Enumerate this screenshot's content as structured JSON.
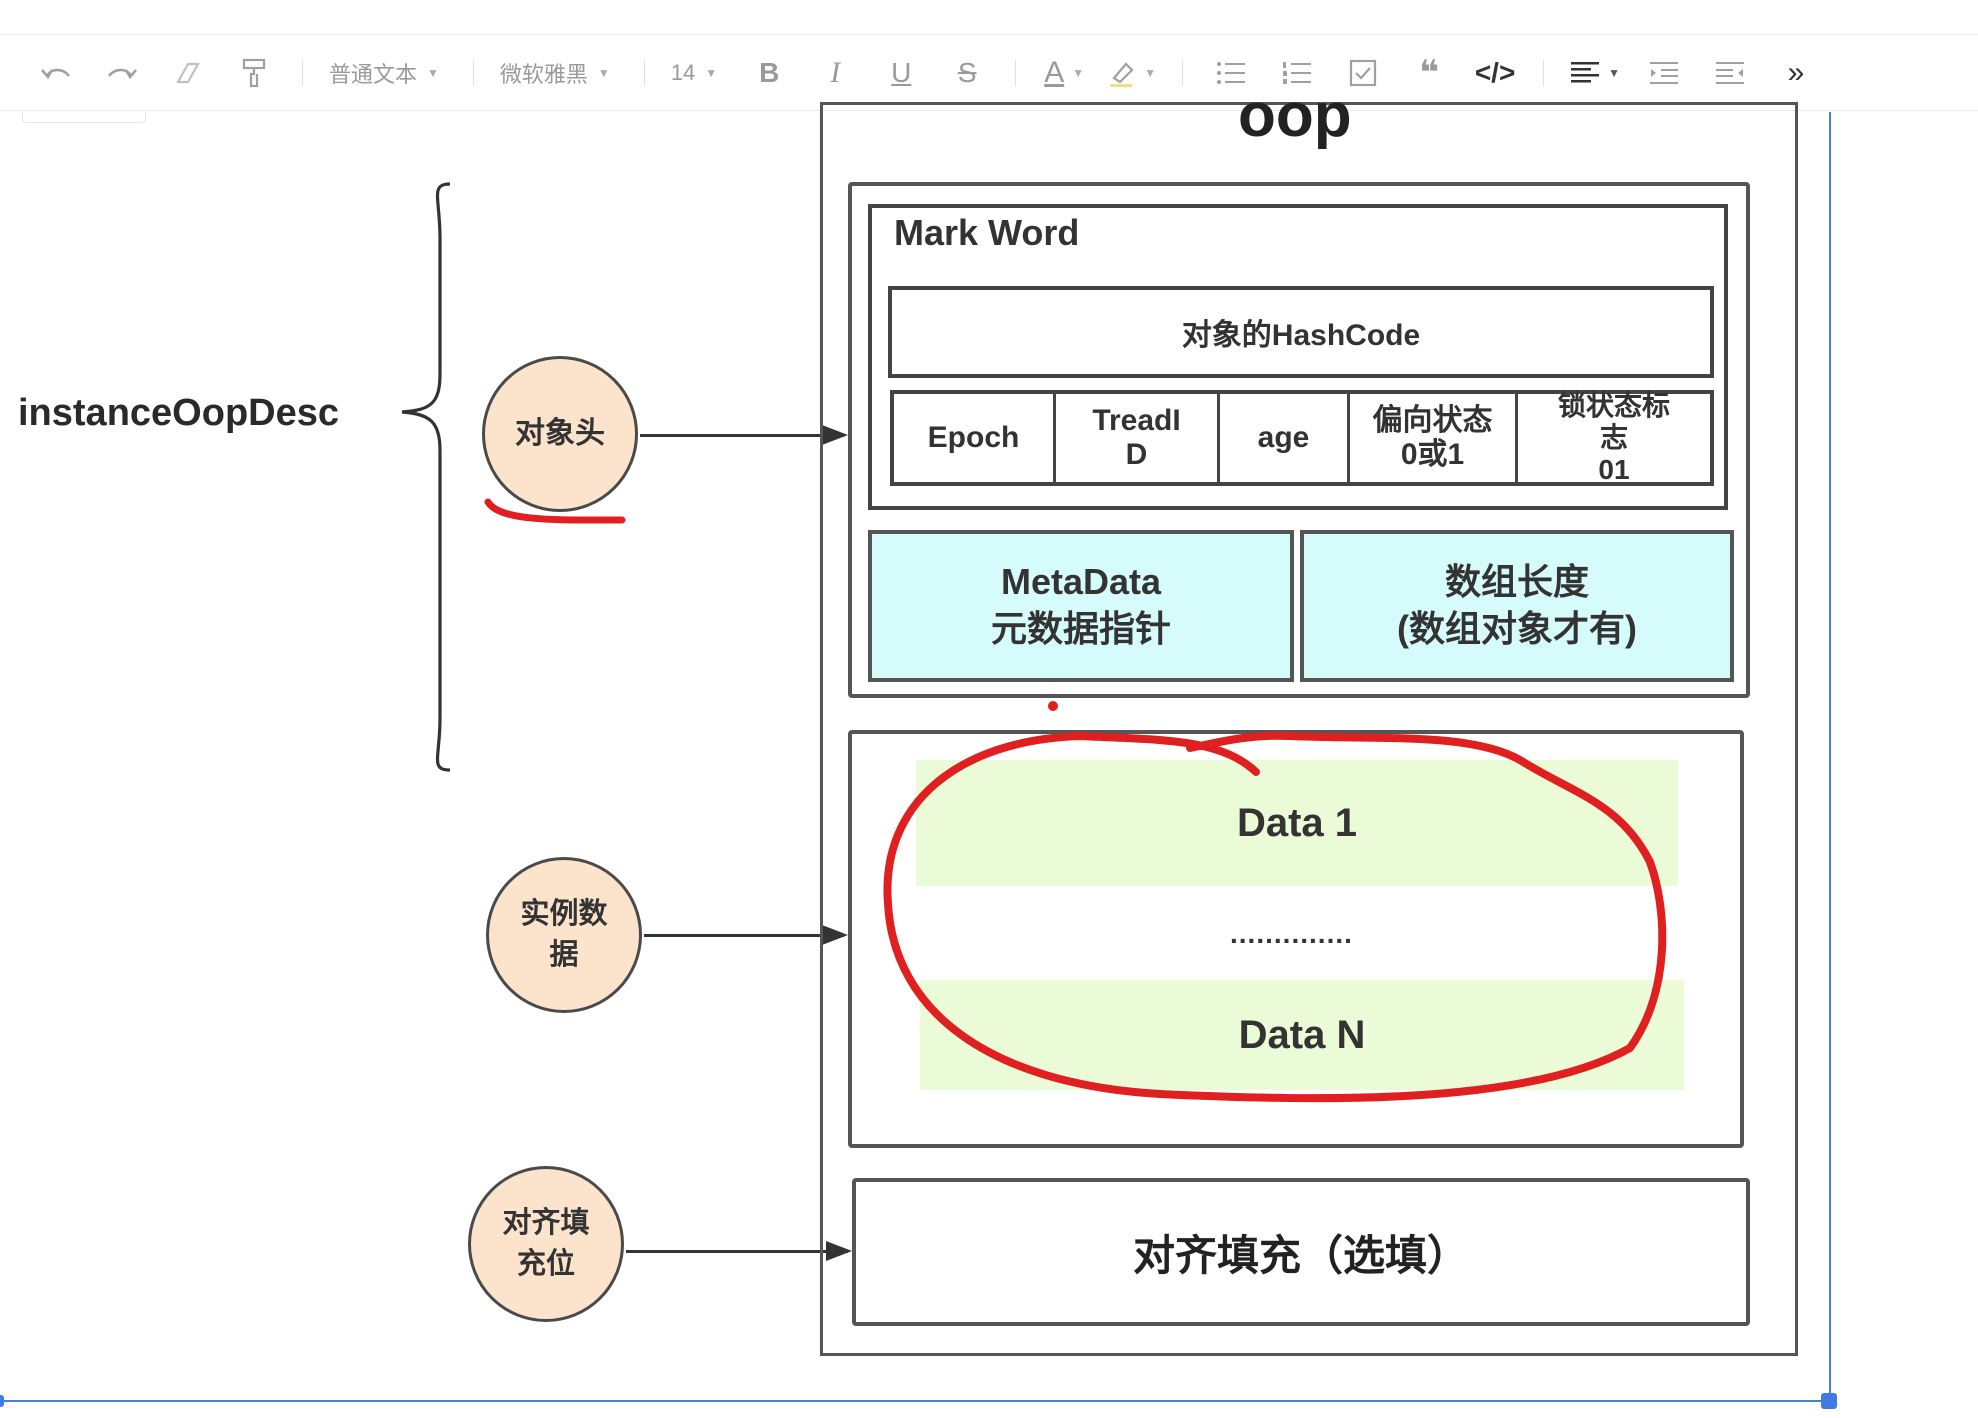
{
  "toolbar": {
    "buttons": [
      {
        "name": "undo",
        "icon": "undo-icon"
      },
      {
        "name": "redo",
        "icon": "redo-icon"
      },
      {
        "name": "clear-format",
        "icon": "eraser-icon"
      },
      {
        "name": "format-painter",
        "icon": "paint-roller-icon"
      }
    ],
    "paragraph_style": "普通文本",
    "font_family": "微软雅黑",
    "font_size": "14",
    "bold": "B",
    "italic": "I",
    "underline": "U",
    "strikethrough": "S",
    "font_color": "A",
    "font_color_hex": "#9a9a9a",
    "code_label": "</>",
    "more": "»"
  },
  "diagram": {
    "title": "oop",
    "instance_label": "instanceOopDesc",
    "circles": {
      "header": "对象头",
      "instance_data": "实例数据",
      "padding": "对齐填充位"
    },
    "mark_word": {
      "title": "Mark Word",
      "hashcode": "对象的HashCode",
      "cells": [
        "Epoch",
        "TreadI\nD",
        "age",
        "偏向状态\n0或1",
        "锁状态标\n志\n01"
      ]
    },
    "metadata": {
      "line1": "MetaData",
      "line2": "元数据指针"
    },
    "array_length": {
      "line1": "数组长度",
      "line2": "(数组对象才有)"
    },
    "data": {
      "first": "Data 1",
      "ellipsis": "..............",
      "last": "Data N"
    },
    "padding_box": "对齐填充（选填）",
    "colors": {
      "circle_fill": "#fbe3cc",
      "metadata_fill": "#d6fbfb",
      "data_fill": "#ebfbd7",
      "annotation": "#e02020"
    }
  }
}
